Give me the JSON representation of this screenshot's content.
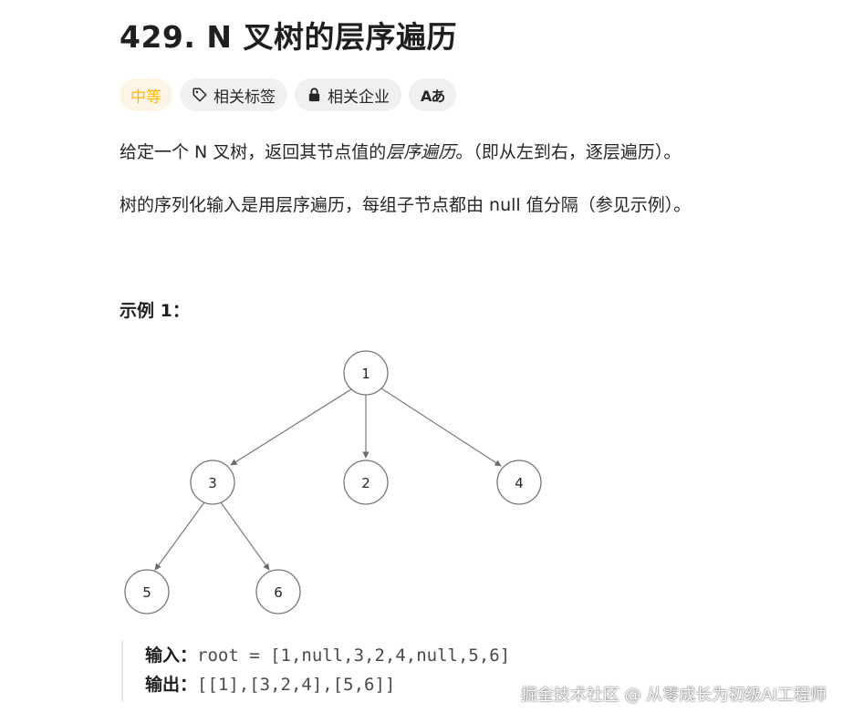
{
  "problem": {
    "title": "429. N 叉树的层序遍历",
    "tags": {
      "difficulty": "中等",
      "related_tags": "相关标签",
      "related_companies": "相关企业",
      "translate_label": "Aあ"
    },
    "description": {
      "p1_prefix": "给定一个 N 叉树，返回其节点值的",
      "p1_emphasis": "层序遍历",
      "p1_suffix": "。（即从左到右，逐层遍历）。",
      "p2": "树的序列化输入是用层序遍历，每组子节点都由 null 值分隔（参见示例）。"
    },
    "example": {
      "title": "示例 1：",
      "tree_nodes": [
        "1",
        "3",
        "2",
        "4",
        "5",
        "6"
      ],
      "input_label": "输入：",
      "input_value": "root = [1,null,3,2,4,null,5,6]",
      "output_label": "输出：",
      "output_value": "[[1],[3,2,4],[5,6]]"
    }
  },
  "watermark": "掘金技术社区 @ 从零成长为初级AI工程师",
  "colors": {
    "difficulty": "#ffb800",
    "tag_bg": "#f0f0f0",
    "text": "#262626"
  }
}
